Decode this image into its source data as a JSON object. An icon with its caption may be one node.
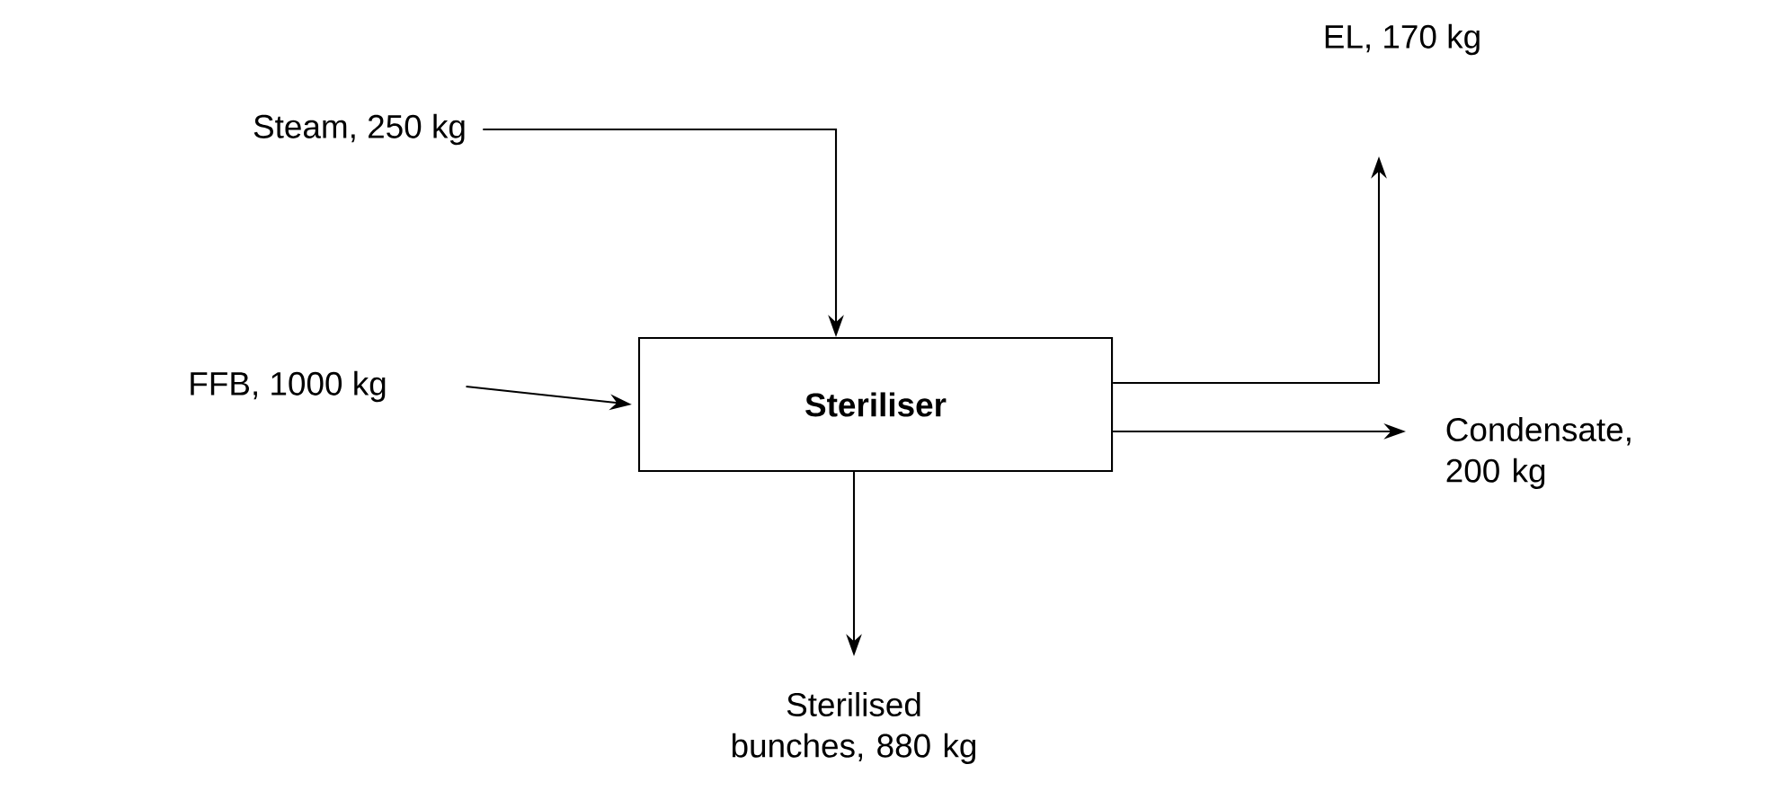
{
  "diagram": {
    "nodes": [
      {
        "text": [
          "Steam, 250 kg"
        ]
      },
      {
        "text": [
          "FFB, 1000 kg"
        ]
      },
      {
        "text": [
          "Steriliser"
        ]
      },
      {
        "text": [
          "EL, 170 kg"
        ]
      },
      {
        "text": [
          "Condensate, 200 kg"
        ]
      },
      {
        "text": [
          "Sterilised bunches, 880 kg"
        ]
      }
    ],
    "edges": [
      {
        "from": 0,
        "to": 2,
        "arrow": "to"
      },
      {
        "from": 1,
        "to": 2,
        "arrow": "to"
      },
      {
        "from": 2,
        "to": 3,
        "arrow": "to"
      },
      {
        "from": 2,
        "to": 4,
        "arrow": "to"
      },
      {
        "from": 2,
        "to": 5,
        "arrow": "to"
      }
    ]
  }
}
